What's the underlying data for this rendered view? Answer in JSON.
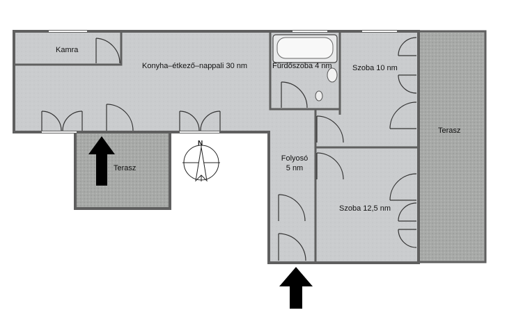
{
  "rooms": {
    "kamra": "Kamra",
    "konyha": "Konyha–étkező–nappali 30 nm",
    "furdo": "Fürdőszoba 4 nm",
    "szoba10": "Szoba 10 nm",
    "terasz_east": "Terasz",
    "terasz_small": "Terasz",
    "folyoso_name": "Folyosó",
    "folyoso_area": "5 nm",
    "szoba125": "Szoba 12,5 nm"
  },
  "compass": {
    "letter": "N"
  },
  "colors": {
    "floor": "#c9cbcd",
    "terrace": "#a9aba9",
    "wall": "#5f5f5f",
    "arrow": "#000000"
  }
}
